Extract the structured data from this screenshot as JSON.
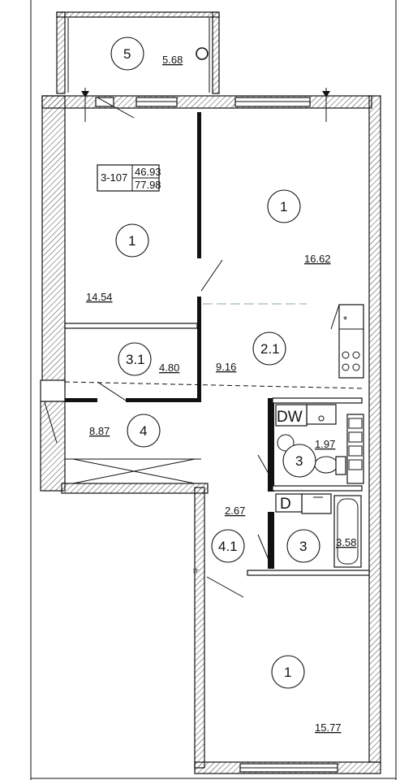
{
  "apartment": {
    "code": "3-107",
    "living_area": "46.93",
    "total_area": "77.98"
  },
  "rooms": [
    {
      "id": "room-balcony",
      "num": "5",
      "area": "5.68"
    },
    {
      "id": "room-bedroom",
      "num": "1",
      "area": "14.54"
    },
    {
      "id": "room-living",
      "num": "1",
      "area": "16.62"
    },
    {
      "id": "room-kitchen",
      "num": "2.1",
      "area": "9.16"
    },
    {
      "id": "room-hall",
      "num": "3.1",
      "area": "4.80"
    },
    {
      "id": "room-closet",
      "num": "4",
      "area": "8.87"
    },
    {
      "id": "room-bath",
      "num": "3",
      "area": "1.97"
    },
    {
      "id": "room-corridor",
      "num": "4.1",
      "area": "2.67"
    },
    {
      "id": "room-wc",
      "num": "3",
      "area": "3.58"
    },
    {
      "id": "room-bedroom-2",
      "num": "1",
      "area": "15.77"
    }
  ],
  "appliances": {
    "dishwasher": "DW",
    "dryer": "D",
    "vent_mark": "*",
    "level_mark": "h"
  }
}
